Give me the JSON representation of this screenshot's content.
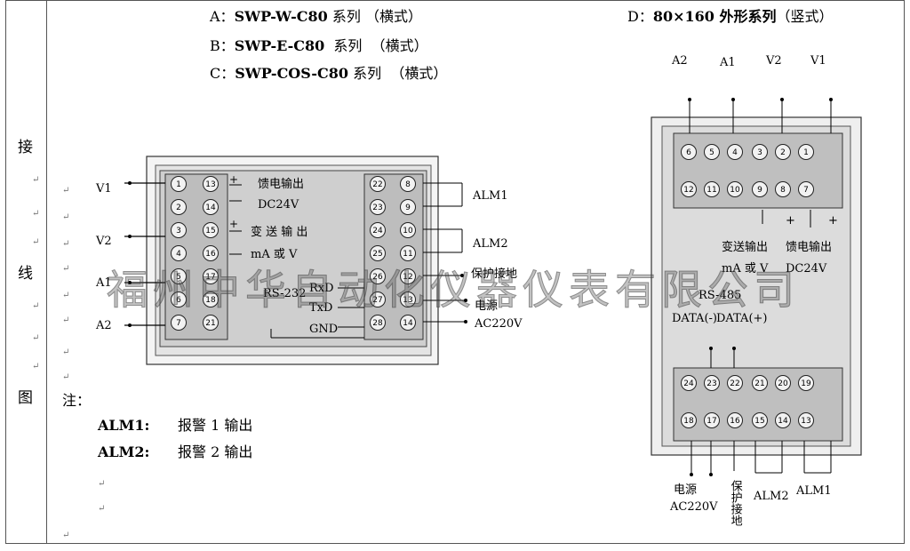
{
  "models": [
    {
      "letter": "A：",
      "name": "SWP-W-C80",
      "series": "系列",
      "style": "（横式）"
    },
    {
      "letter": "B：",
      "name": "SWP-E-C80",
      "series": "系列",
      "style": "（横式）"
    },
    {
      "letter": "C：",
      "name": "SWP-COS-C80",
      "series": "系列",
      "style": "（横式）"
    }
  ],
  "model_d": {
    "letter": "D：",
    "name": "80×160 外形系列",
    "style": "（竖式）"
  },
  "sidebar": [
    "接",
    "线",
    "图"
  ],
  "watermark": "福州中华自动化仪器仪表有限公司",
  "diagram_a": {
    "left_labels": {
      "v1": "V1",
      "v2": "V2",
      "a1": "A1",
      "a2": "A2"
    },
    "terminals_col1": [
      "1",
      "2",
      "3",
      "4",
      "5",
      "6",
      "7"
    ],
    "terminals_col2": [
      "13",
      "14",
      "15",
      "16",
      "17",
      "18",
      "21"
    ],
    "terminals_col3": [
      "22",
      "23",
      "24",
      "25",
      "26",
      "27",
      "28"
    ],
    "terminals_col4": [
      "8",
      "9",
      "10",
      "11",
      "12",
      "13",
      "14"
    ],
    "feed_out": "馈电输出",
    "dc24v": "DC24V",
    "transmit_out": "变 送 输 出",
    "ma_or_v": "mA 或 V",
    "rs232": "RS-232",
    "rxd": "RxD",
    "txd": "TxD",
    "gnd": "GND",
    "alm1": "ALM1",
    "alm2": "ALM2",
    "ground": "保护接地",
    "power": "电源",
    "ac220": "AC220V"
  },
  "notes": {
    "title": "注：",
    "alm1_key": "ALM1:",
    "alm1_val": "报警 1 输出",
    "alm2_key": "ALM2:",
    "alm2_val": "报警 2 输出"
  },
  "diagram_d": {
    "top_labels": {
      "a2": "A2",
      "a1": "A1",
      "v2": "V2",
      "v1": "V1"
    },
    "transmit_out": "变送输出",
    "feed_out": "馈电输出",
    "ma_or_v": "mA 或 V",
    "dc24v": "DC24V",
    "rs485": "RS-485",
    "data_neg": "DATA(-)",
    "data_pos": "DATA(+)",
    "power": "电源",
    "ac220": "AC220V",
    "ground": "保护接地",
    "alm2": "ALM2",
    "alm1": "ALM1",
    "top_row1": [
      "6",
      "5",
      "4",
      "3",
      "2",
      "1"
    ],
    "top_row2": [
      "12",
      "11",
      "10",
      "9",
      "8",
      "7"
    ],
    "bot_row1": [
      "24",
      "23",
      "22",
      "21",
      "20",
      "19"
    ],
    "bot_row2": [
      "18",
      "17",
      "16",
      "15",
      "14",
      "13"
    ]
  },
  "return_mark": "↵"
}
